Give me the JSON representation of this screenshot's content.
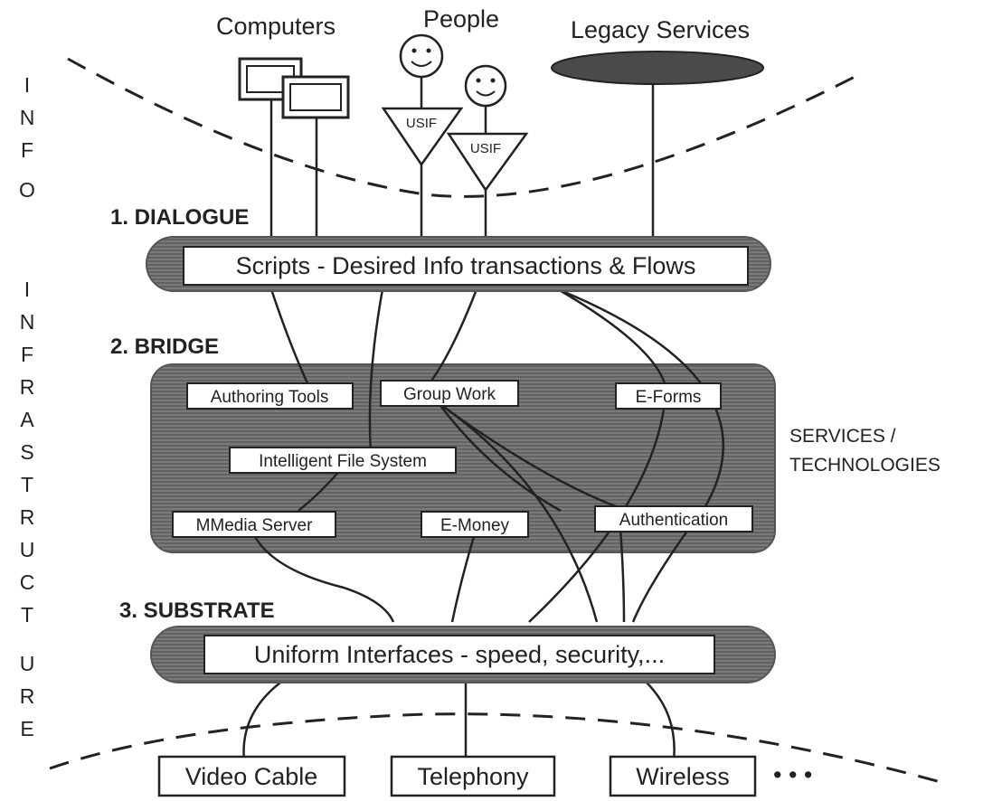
{
  "top_labels": {
    "computers": "Computers",
    "people": "People",
    "legacy": "Legacy Services"
  },
  "usif_label": "USIF",
  "side_labels": {
    "info": [
      "I",
      "N",
      "F",
      "O"
    ],
    "infrastructure": [
      "I",
      "N",
      "F",
      "R",
      "A",
      "S",
      "T",
      "R",
      "U",
      "C",
      "T",
      "U",
      "R",
      "E"
    ]
  },
  "layers": {
    "dialogue": {
      "title": "1. DIALOGUE",
      "bar_text": "Scripts - Desired Info transactions & Flows"
    },
    "bridge": {
      "title": "2. BRIDGE"
    },
    "substrate": {
      "title": "3. SUBSTRATE",
      "bar_text": "Uniform Interfaces - speed, security,..."
    }
  },
  "bridge_boxes": {
    "authoring": "Authoring Tools",
    "groupwork": "Group Work",
    "eforms": "E-Forms",
    "ifs": "Intelligent File System",
    "mmedia": "MMedia Server",
    "emoney": "E-Money",
    "auth": "Authentication"
  },
  "services_label": [
    "SERVICES /",
    "TECHNOLOGIES"
  ],
  "bottom_boxes": {
    "video": "Video Cable",
    "telephony": "Telephony",
    "wireless": "Wireless"
  },
  "ellipsis": "• • •",
  "colors": {
    "band": "#6e6e6e",
    "ink": "#222222",
    "paper": "#ffffff"
  }
}
